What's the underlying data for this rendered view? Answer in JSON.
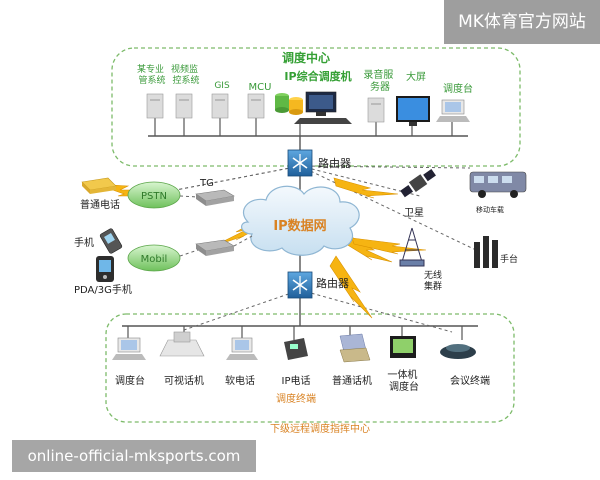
{
  "watermark_top": "MK体育官方网站",
  "watermark_bottom": "online-official-mksports.com",
  "dispatch_center": {
    "title": "调度中心",
    "items": {
      "specialist": "某专业\n管系统",
      "video": "视频监\n控系统",
      "gis": "GIS",
      "mcu": "MCU",
      "ip_dispatcher": "IP综合调度机",
      "recording": "录音服\n务器",
      "bigscreen": "大屏",
      "console": "调度台"
    }
  },
  "network": {
    "ip_cloud": "IP数据网",
    "pstn": "PSTN",
    "mobile": "Mobil",
    "tg": "TG",
    "router_top": "路由器",
    "router_bottom": "路由器"
  },
  "left_devices": {
    "phone": "普通电话",
    "mobile_phone": "手机",
    "pda": "PDA/3G手机"
  },
  "right_devices": {
    "satellite": "卫星",
    "vehicle": "移动车载",
    "wireless": "无线\n集群",
    "handset": "手台"
  },
  "sub_center": {
    "title": "下级远程调度指挥中心",
    "terminals_label": "调度终端",
    "items": {
      "console": "调度台",
      "video_phone": "可视话机",
      "soft_phone": "软电话",
      "ip_phone": "IP电话",
      "ordinary_phone": "普通话机",
      "integrated": "一体机\n调度台",
      "conference": "会议终端"
    }
  },
  "colors": {
    "green_title": "#35a035",
    "green_label": "#3a9a3a",
    "dashed_box": "#7dbb6a",
    "orange_text": "#d98324",
    "lightning": "#f6b412",
    "cloud": "#dfeef7",
    "cloud_text": "#d98324",
    "router": "#2f7fc1",
    "dark_text": "#222222"
  }
}
